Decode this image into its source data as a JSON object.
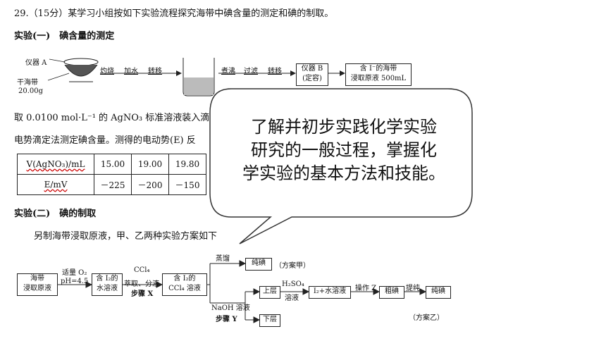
{
  "question": {
    "title": "29.（15分）某学习小组按如下实验流程探究海带中碘含量的测定和碘的制取。"
  },
  "exp1": {
    "heading": "实验(一)　碘含量的测定",
    "label_instrument_a": "仪器 A",
    "label_dry_kelp": "干海带",
    "label_mass": "20.00g",
    "step_burn": "灼烧",
    "step_water": "加水",
    "step_transfer1": "转移",
    "step_boil": "煮沸",
    "step_filter": "过滤",
    "step_transfer2": "转移",
    "box_instrument_b": "仪器 B\n(定容)",
    "box_result": "含 I⁻的海带\n浸取原液 500mL",
    "text_line1": "取 0.0100 mol·L⁻¹ 的 AgNO₃ 标准溶液装入滴定",
    "text_line2": "电势滴定法测定碘含量。测得的电动势(E) 反",
    "table": {
      "rows": [
        [
          "V(AgNO₃)/mL",
          "15.00",
          "19.00",
          "19.80"
        ],
        [
          "E/mV",
          "－225",
          "－200",
          "－150"
        ]
      ]
    }
  },
  "exp2": {
    "heading": "实验(二)　碘的制取",
    "intro": "另制海带浸取原液，甲、乙两种实验方案如下",
    "box_start": "海带\n浸取原液",
    "arrow1_top": "适量 O₂",
    "arrow1_bottom": "pH=4.5",
    "box_i2_water": "含 I₂的\n水溶液",
    "arrow2_top": "CCl₄",
    "arrow2_mid": "萃取、分液",
    "arrow2_step": "步骤 X",
    "box_i2_ccl4": "含 I₂的\nCCl₄ 溶液",
    "branch_distill": "蒸馏",
    "box_pure_iodine_a": "纯碘",
    "plan_a": "（方案甲）",
    "branch_naoh": "NaOH 溶液",
    "branch_step_y": "步骤 Y",
    "box_upper": "上层",
    "h2so4_top": "H₂SO₄",
    "h2so4_bottom": "溶液",
    "box_i2_water_mix": "I₂+水溶液",
    "op_z": "操作 Z",
    "box_crude": "粗碘",
    "purify": "提纯",
    "box_pure_iodine_b": "纯碘",
    "box_lower": "下层",
    "plan_b": "（方案乙）"
  },
  "callout": {
    "text_line1": "了解并初步实践化学实验",
    "text_line2": "研究的一般过程，掌握化",
    "text_line3": "学实验的基本方法和技能。"
  }
}
